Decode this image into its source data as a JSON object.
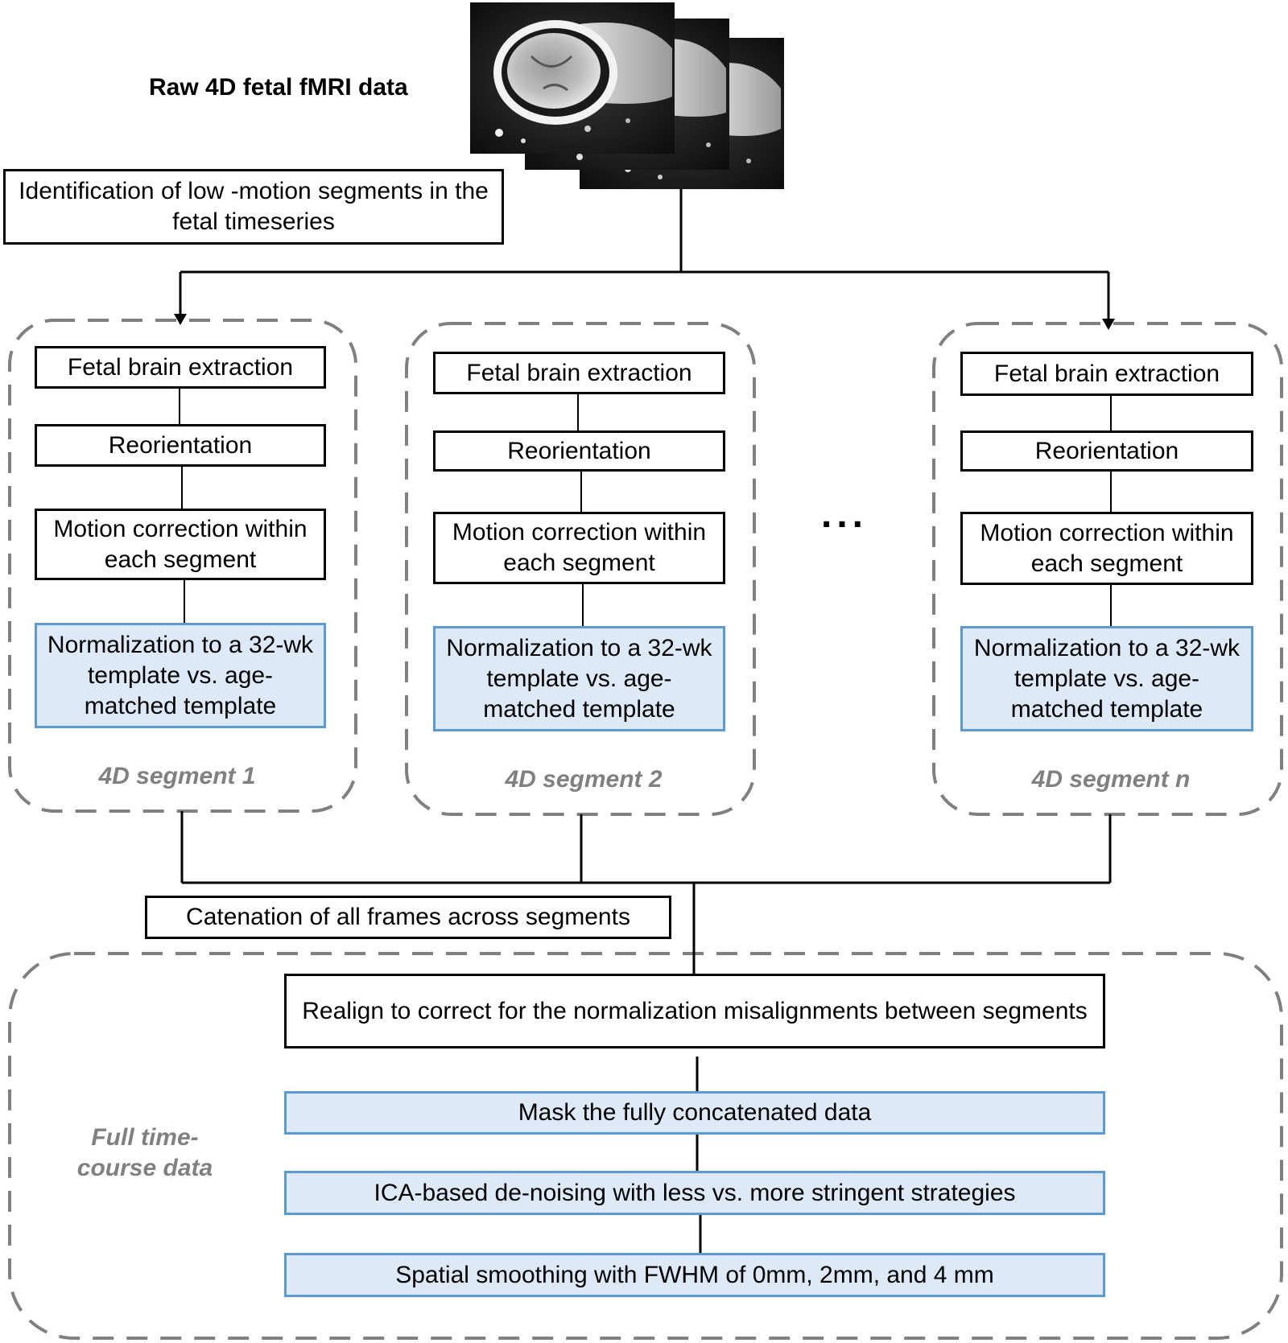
{
  "header": {
    "title": "Raw 4D fetal fMRI data",
    "identification": "Identification of low -motion segments in the fetal timeseries"
  },
  "segments": [
    {
      "label": "4D segment 1",
      "steps": [
        "Fetal brain extraction",
        "Reorientation",
        "Motion correction within each segment"
      ],
      "normalization": "Normalization to a 32-wk template vs. age-matched template"
    },
    {
      "label": "4D segment 2",
      "steps": [
        "Fetal brain extraction",
        "Reorientation",
        "Motion correction within each segment"
      ],
      "normalization": "Normalization to a 32-wk template vs. age-matched template"
    },
    {
      "label": "4D segment n",
      "steps": [
        "Fetal brain extraction",
        "Reorientation",
        "Motion correction within each segment"
      ],
      "normalization": "Normalization to a 32-wk template vs. age-matched template"
    }
  ],
  "ellipsis": "...",
  "catenation": "Catenation of all frames across segments",
  "full": {
    "label": "Full time-course data",
    "realign": "Realign to correct for the normalization misalignments between segments",
    "mask": "Mask the fully concatenated data",
    "ica": "ICA-based de-noising with less vs. more stringent strategies",
    "smoothing": "Spatial smoothing with FWHM of 0mm, 2mm, and 4 mm"
  },
  "colors": {
    "highlight_fill": "#dde9f7",
    "highlight_border": "#5b9bd5",
    "dashed_border": "#808080",
    "label_gray": "#808080"
  }
}
